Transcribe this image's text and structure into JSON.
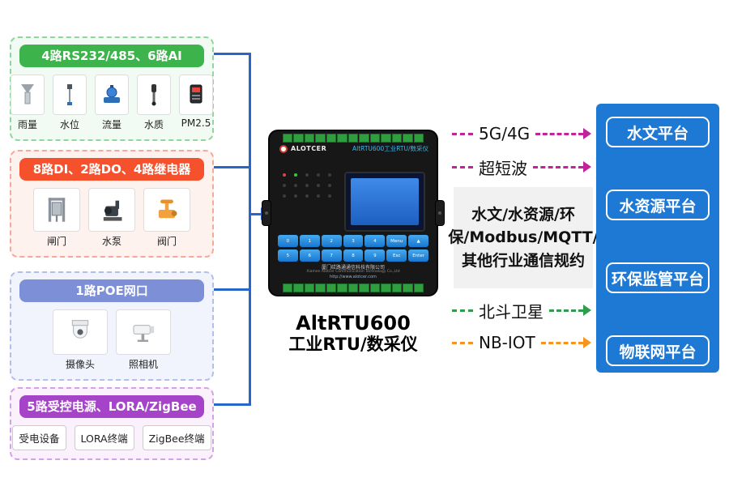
{
  "groups": [
    {
      "header": "4路RS232/485、6路AI",
      "items": [
        "雨量",
        "水位",
        "流量",
        "水质",
        "PM2.5"
      ]
    },
    {
      "header": "8路DI、2路DO、4路继电器",
      "items": [
        "闸门",
        "水泵",
        "阀门"
      ]
    },
    {
      "header": "1路POE网口",
      "items": [
        "摄像头",
        "照相机"
      ]
    },
    {
      "header": "5路受控电源、LORA/ZigBee",
      "items": [
        "受电设备",
        "LORA终端",
        "ZigBee终端"
      ]
    }
  ],
  "device": {
    "brand": "ALOTCER",
    "panel_title": "AltRTU600工业RTU/数采仪",
    "keys_row1": [
      "0",
      "1",
      "2",
      "3",
      "4",
      "Menu",
      "▲"
    ],
    "keys_row2": [
      "5",
      "6",
      "7",
      "8",
      "9",
      "Esc",
      "Enter"
    ],
    "company": "厦门砹路通通信科技有限公司",
    "company_en": "Xiamen Alotcer Communication Technology Co.,Ltd",
    "url": "http://www.alotcer.com",
    "caption_line1": "AltRTU600",
    "caption_line2": "工业RTU/数采仪"
  },
  "links": [
    {
      "label": "5G/4G",
      "color": "#c1239b"
    },
    {
      "label": "超短波",
      "color": "#c1239b"
    },
    {
      "label": "北斗卫星",
      "color": "#2f9e4c"
    },
    {
      "label": "NB-IOT",
      "color": "#f7941d"
    }
  ],
  "protocol_note": "水文/水资源/环保/Modbus/MQTT/其他行业通信规约",
  "platforms": [
    "水文平台",
    "水资源平台",
    "环保监管平台",
    "物联网平台"
  ],
  "colors": {
    "group_ai": {
      "header": "#3cb44b",
      "border": "#8fd79a",
      "bg": "#f2fbf3"
    },
    "group_di": {
      "header": "#f4512c",
      "border": "#f7a896",
      "bg": "#fef2ef"
    },
    "group_poe": {
      "header": "#7d8fd6",
      "border": "#b3bfe8",
      "bg": "#f1f4fc"
    },
    "group_lora": {
      "header": "#a644c9",
      "border": "#d4a2e6",
      "bg": "#faf1fd"
    },
    "bus_line": "#2667c9",
    "platform_panel": "#1e79d5"
  }
}
